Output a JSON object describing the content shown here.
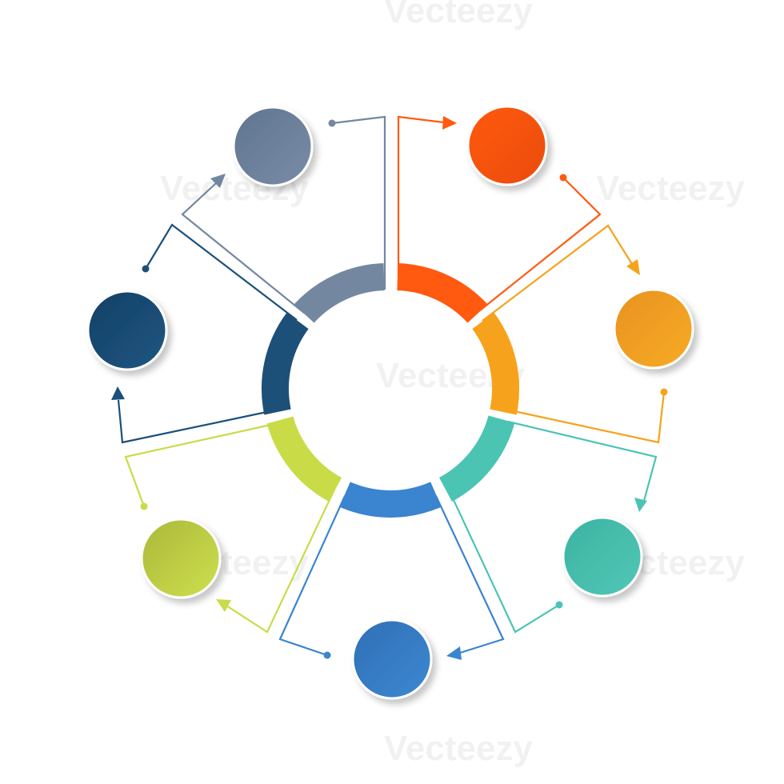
{
  "diagram": {
    "steps": [
      {
        "id": "step-1",
        "color": "#ff5a0f",
        "icon": "circle-node"
      },
      {
        "id": "step-2",
        "color": "#f7a21c",
        "icon": "circle-node"
      },
      {
        "id": "step-3",
        "color": "#4bc4b4",
        "icon": "circle-node"
      },
      {
        "id": "step-4",
        "color": "#3a84d0",
        "icon": "circle-node"
      },
      {
        "id": "step-5",
        "color": "#c9dc48",
        "icon": "circle-node"
      },
      {
        "id": "step-6",
        "color": "#1d5078",
        "icon": "circle-node"
      },
      {
        "id": "step-7",
        "color": "#7487a0",
        "icon": "circle-node"
      }
    ],
    "watermark": "Vecteezy"
  }
}
